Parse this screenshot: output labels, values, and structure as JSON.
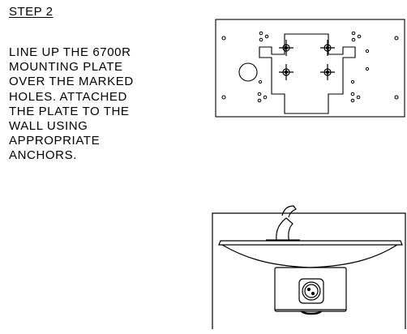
{
  "step": {
    "title": "STEP 2"
  },
  "instructions": [
    "LINE UP THE 6700R",
    "MOUNTING PLATE",
    "OVER THE MARKED",
    "HOLES. ATTACHED",
    "THE PLATE TO THE",
    "WALL USING",
    "APPROPRIATE",
    "ANCHORS."
  ],
  "figures": {
    "plate": {
      "icon": "mounting-plate-diagram"
    },
    "fountain": {
      "icon": "drinking-fountain-diagram"
    }
  }
}
